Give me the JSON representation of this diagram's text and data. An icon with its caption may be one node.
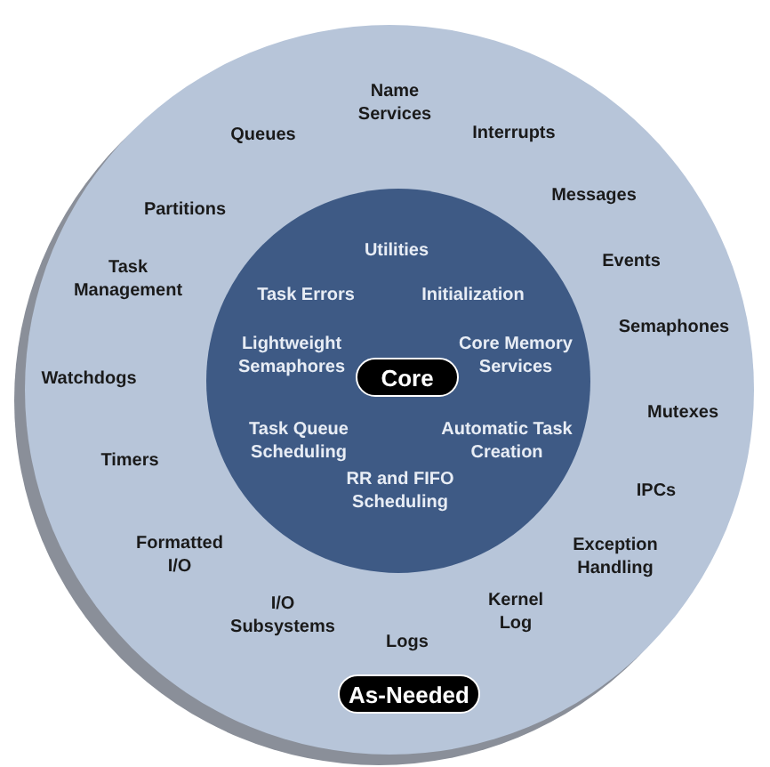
{
  "diagram": {
    "nodes": [
      {
        "text": [
          "Name Services",
          "Queues",
          "Interrupts",
          "Partitions",
          "Messages",
          "Task Management",
          "Events",
          "Semaphones",
          "Watchdogs",
          "Mutexes",
          "Timers",
          "IPCs",
          "Formatted I/O",
          "Exception Handling",
          "I/O Subsystems",
          "Kernel Log",
          "Logs"
        ]
      },
      {
        "text": [
          "As-Needed"
        ],
        "in": 0
      },
      {
        "text": [
          "Utilities",
          "Task Errors",
          "Initialization",
          "Lightweight Semaphores",
          "Core Memory Services",
          "Task Queue Scheduling",
          "Automatic Task Creation",
          "RR and FIFO Scheduling"
        ],
        "in": 0
      },
      {
        "text": [
          "Core"
        ],
        "in": 2
      }
    ]
  }
}
